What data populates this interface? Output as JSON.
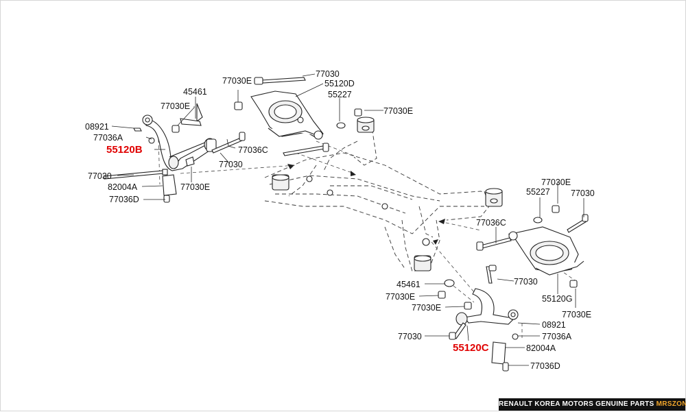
{
  "diagram": {
    "labels": {
      "l45461_top": "45461",
      "l77030e_top_left": "77030E",
      "l08921_left": "08921",
      "l77036a_left": "77036A",
      "l55120b": "55120B",
      "l77030_left_bolt": "77030",
      "l82004a_left": "82004A",
      "l77036d_left": "77036D",
      "l77030e_left_nut": "77030E",
      "l77036c_left": "77036C",
      "l77030_left_mid": "77030",
      "l77030e_top_arm": "77030E",
      "l77030_top_bolt": "77030",
      "l55120d": "55120D",
      "l55227_top": "55227",
      "l77030e_top_right": "77030E",
      "l77030e_right_top": "77030E",
      "l55227_right": "55227",
      "l77030_right": "77030",
      "l77036c_right": "77036C",
      "l77030_lower_right": "77030",
      "l55120g": "55120G",
      "l77030e_lower_right": "77030E",
      "l45461_lower": "45461",
      "l77030e_lower_1": "77030E",
      "l77030e_lower_2": "77030E",
      "l08921_lower": "08921",
      "l77036a_lower": "77036A",
      "l77030_lower_bolt": "77030",
      "l55120c": "55120C",
      "l82004a_lower": "82004A",
      "l77036d_lower": "77036D"
    },
    "highlight_color": "#e00000",
    "line_color": "#222222"
  },
  "footer": {
    "text": "RENAULT KOREA MOTORS GENUINE PARTS",
    "brand": "MRSZONE"
  }
}
